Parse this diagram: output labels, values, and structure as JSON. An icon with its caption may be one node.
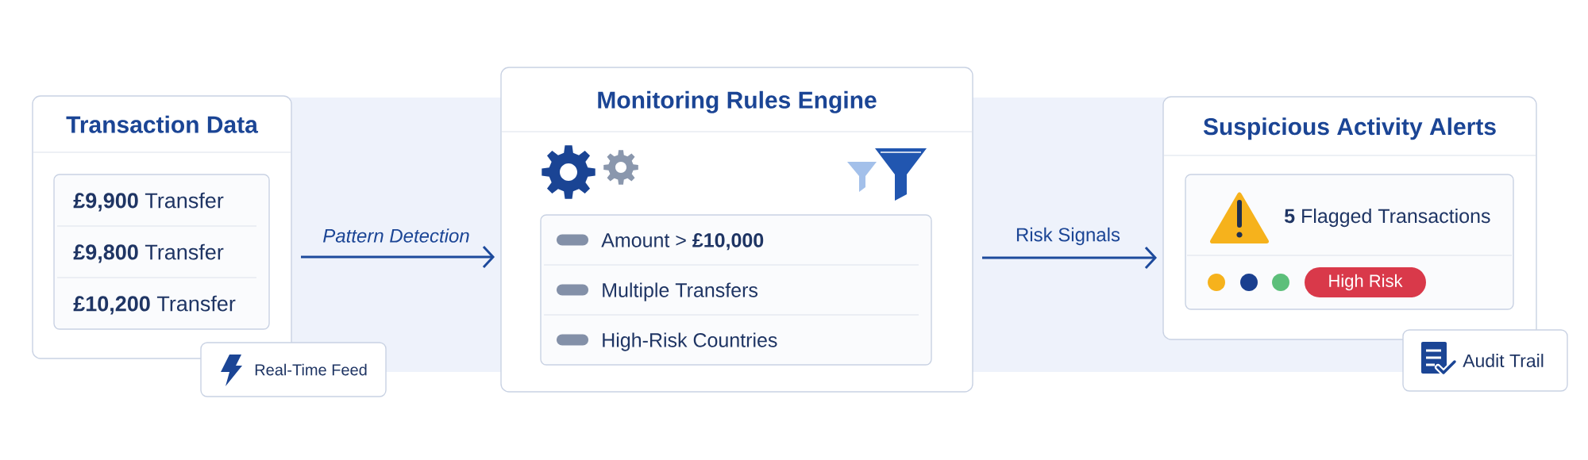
{
  "diagram": {
    "nodes": [
      {
        "text": [
          "Transaction Data"
        ]
      },
      {
        "text": [
          "**£9,900** Transfer",
          "**£9,800** Transfer",
          "**£10,200** Transfer"
        ],
        "in": 0
      },
      {
        "text": [
          "Real-Time Feed"
        ]
      },
      {
        "text": [
          "Monitoring Rules Engine"
        ]
      },
      {
        "text": [
          "Amount > **£10,000**",
          "Multiple Transfers",
          "High-Risk Countries"
        ],
        "in": 3
      },
      {
        "text": [
          "Suspicious Activity Alerts"
        ]
      },
      {
        "text": [
          "**5** Flagged Transactions"
        ],
        "in": 5
      },
      {
        "text": [
          "High Risk"
        ],
        "in": 6
      },
      {
        "text": [
          "Audit Trail"
        ]
      }
    ],
    "edges": [
      {
        "from": 0,
        "to": 3,
        "arrow": "to",
        "label": "Pattern Detection"
      },
      {
        "from": 3,
        "to": 5,
        "arrow": "to",
        "label": "Risk Signals"
      }
    ]
  }
}
